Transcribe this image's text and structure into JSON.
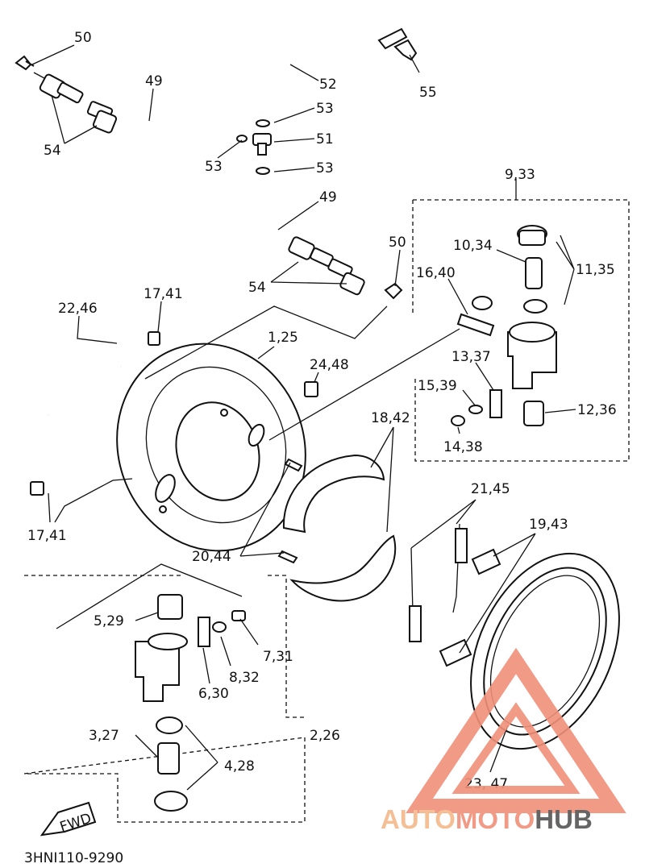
{
  "diagram": {
    "drawing_code": "3HNI110-9290",
    "fwd_marker": "FWD",
    "callouts": {
      "c50a": "50",
      "c49a": "49",
      "c52": "52",
      "c55": "55",
      "c53a": "53",
      "c51": "51",
      "c54a": "54",
      "c53b": "53",
      "c53c": "53",
      "c49b": "49",
      "c9_33": "9,33",
      "c50b": "50",
      "c10_34": "10,34",
      "c11_35": "11,35",
      "c54b": "54",
      "c16_40": "16,40",
      "c17_41a": "17,41",
      "c22_46": "22,46",
      "c1_25": "1,25",
      "c24_48": "24,48",
      "c13_37": "13,37",
      "c15_39": "15,39",
      "c12_36": "12,36",
      "c14_38": "14,38",
      "c18_42": "18,42",
      "c17_41b": "17,41",
      "c21_45": "21,45",
      "c19_43": "19,43",
      "c20_44": "20,44",
      "c5_29": "5,29",
      "c7_31": "7,31",
      "c8_32": "8,32",
      "c6_30": "6,30",
      "c3_27": "3,27",
      "c2_26": "2,26",
      "c4_28": "4,28",
      "c23_47": "23, 47"
    }
  },
  "watermark": {
    "part1": "AUTO",
    "part2": "MOTO",
    "part3": "HUB",
    "color_primary": "#f0907a",
    "color_secondary": "#f4b98a",
    "color_dark": "#555555"
  }
}
